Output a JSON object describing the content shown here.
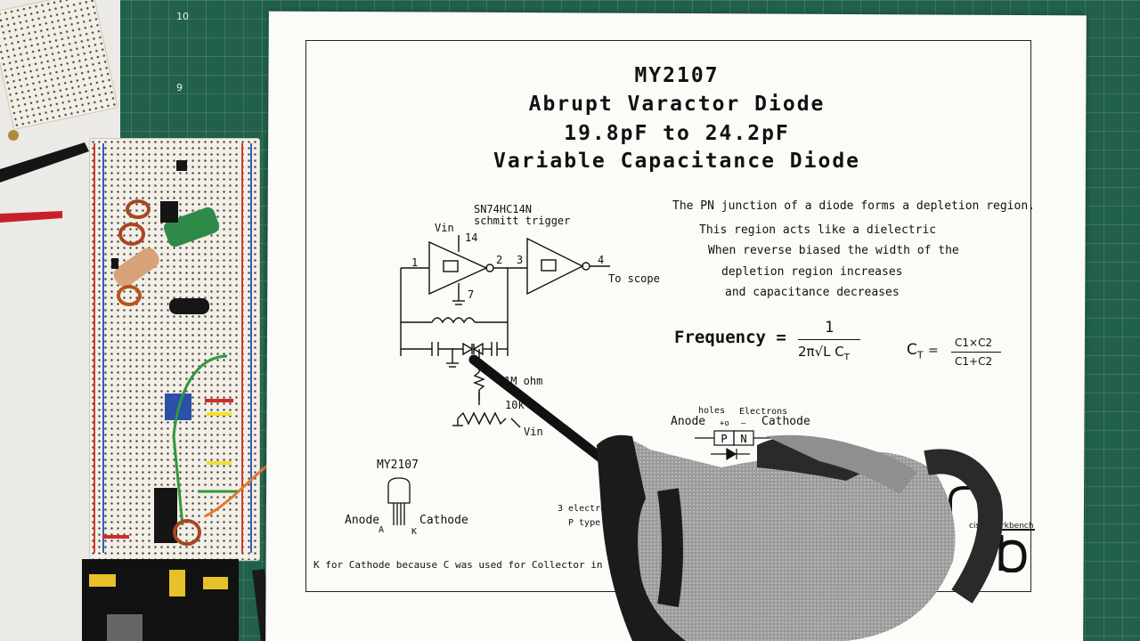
{
  "ruler": {
    "mark_10": "10",
    "mark_9": "9"
  },
  "sheet": {
    "title_lines": [
      "MY2107",
      "Abrupt Varactor Diode",
      "19.8pF to 24.2pF",
      "Variable Capacitance Diode"
    ],
    "schematic": {
      "ic_part": "SN74HC14N",
      "ic_desc": "schmitt trigger",
      "vin_top": "Vin",
      "pin_14": "14",
      "pin_1": "1",
      "pin_2": "2",
      "pin_3": "3",
      "pin_4": "4",
      "pin_7": "7",
      "to_scope": "To scope",
      "res_1m": "1M ohm",
      "res_10k": "10k",
      "vin_bottom": "Vin"
    },
    "explanation": [
      "The PN junction of a diode forms a depletion region.",
      "This region acts like a dielectric",
      "When reverse biased the  width of the",
      "depletion region increases",
      "and capacitance decreases"
    ],
    "formula": {
      "frequency_label": "Frequency =",
      "numerator": "1",
      "denominator": "2π√L C",
      "denominator_sub": "T",
      "ct_label": "C",
      "ct_sub": "T",
      "ct_eq": "=",
      "ct_num": "C1×C2",
      "ct_den": "C1+C2"
    },
    "pn_diagram": {
      "holes": "holes",
      "electrons": "Electrons",
      "plus": "+o",
      "minus": "–",
      "p": "P",
      "n": "N",
      "anode": "Anode",
      "cathode": "Cathode"
    },
    "package": {
      "part": "MY2107",
      "anode": "Anode",
      "cathode": "Cathode",
      "a": "A",
      "k": "K"
    },
    "doping_note": [
      "3 electron",
      "P type dop"
    ],
    "brand": "cis's Workbench",
    "footer_note": "K for Cathode because C was used for Collector in CAD"
  }
}
